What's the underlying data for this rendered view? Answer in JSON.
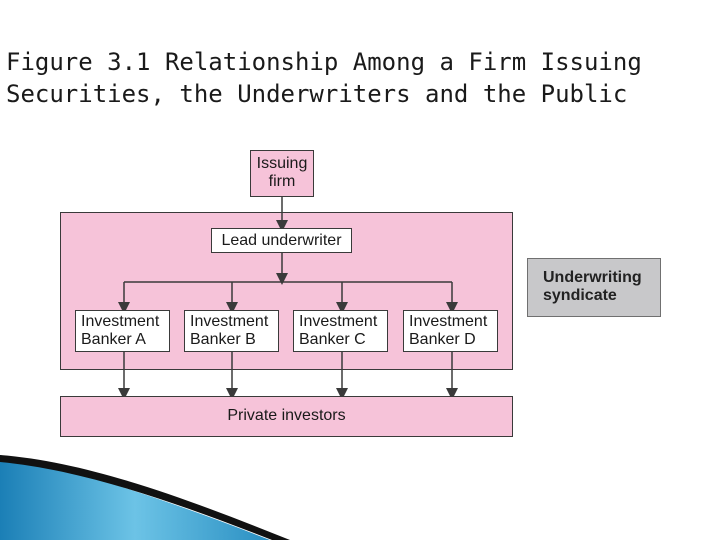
{
  "title": {
    "line1": "Figure 3.1 Relationship Among a Firm Issuing",
    "line2": "Securities, the Underwriters and the Public"
  },
  "nodes": {
    "issuing_firm": {
      "line1": "Issuing",
      "line2": "firm"
    },
    "lead_underwriter": "Lead underwriter",
    "bankers": [
      {
        "line1": "Investment",
        "line2": "Banker A"
      },
      {
        "line1": "Investment",
        "line2": "Banker B"
      },
      {
        "line1": "Investment",
        "line2": "Banker C"
      },
      {
        "line1": "Investment",
        "line2": "Banker D"
      }
    ],
    "private_investors": "Private investors"
  },
  "legend": {
    "line1": "Underwriting",
    "line2": "syndicate"
  },
  "colors": {
    "syndicate_fill": "#f6c3d9",
    "legend_fill": "#c8c8ca",
    "stroke": "#3a3a3a"
  }
}
